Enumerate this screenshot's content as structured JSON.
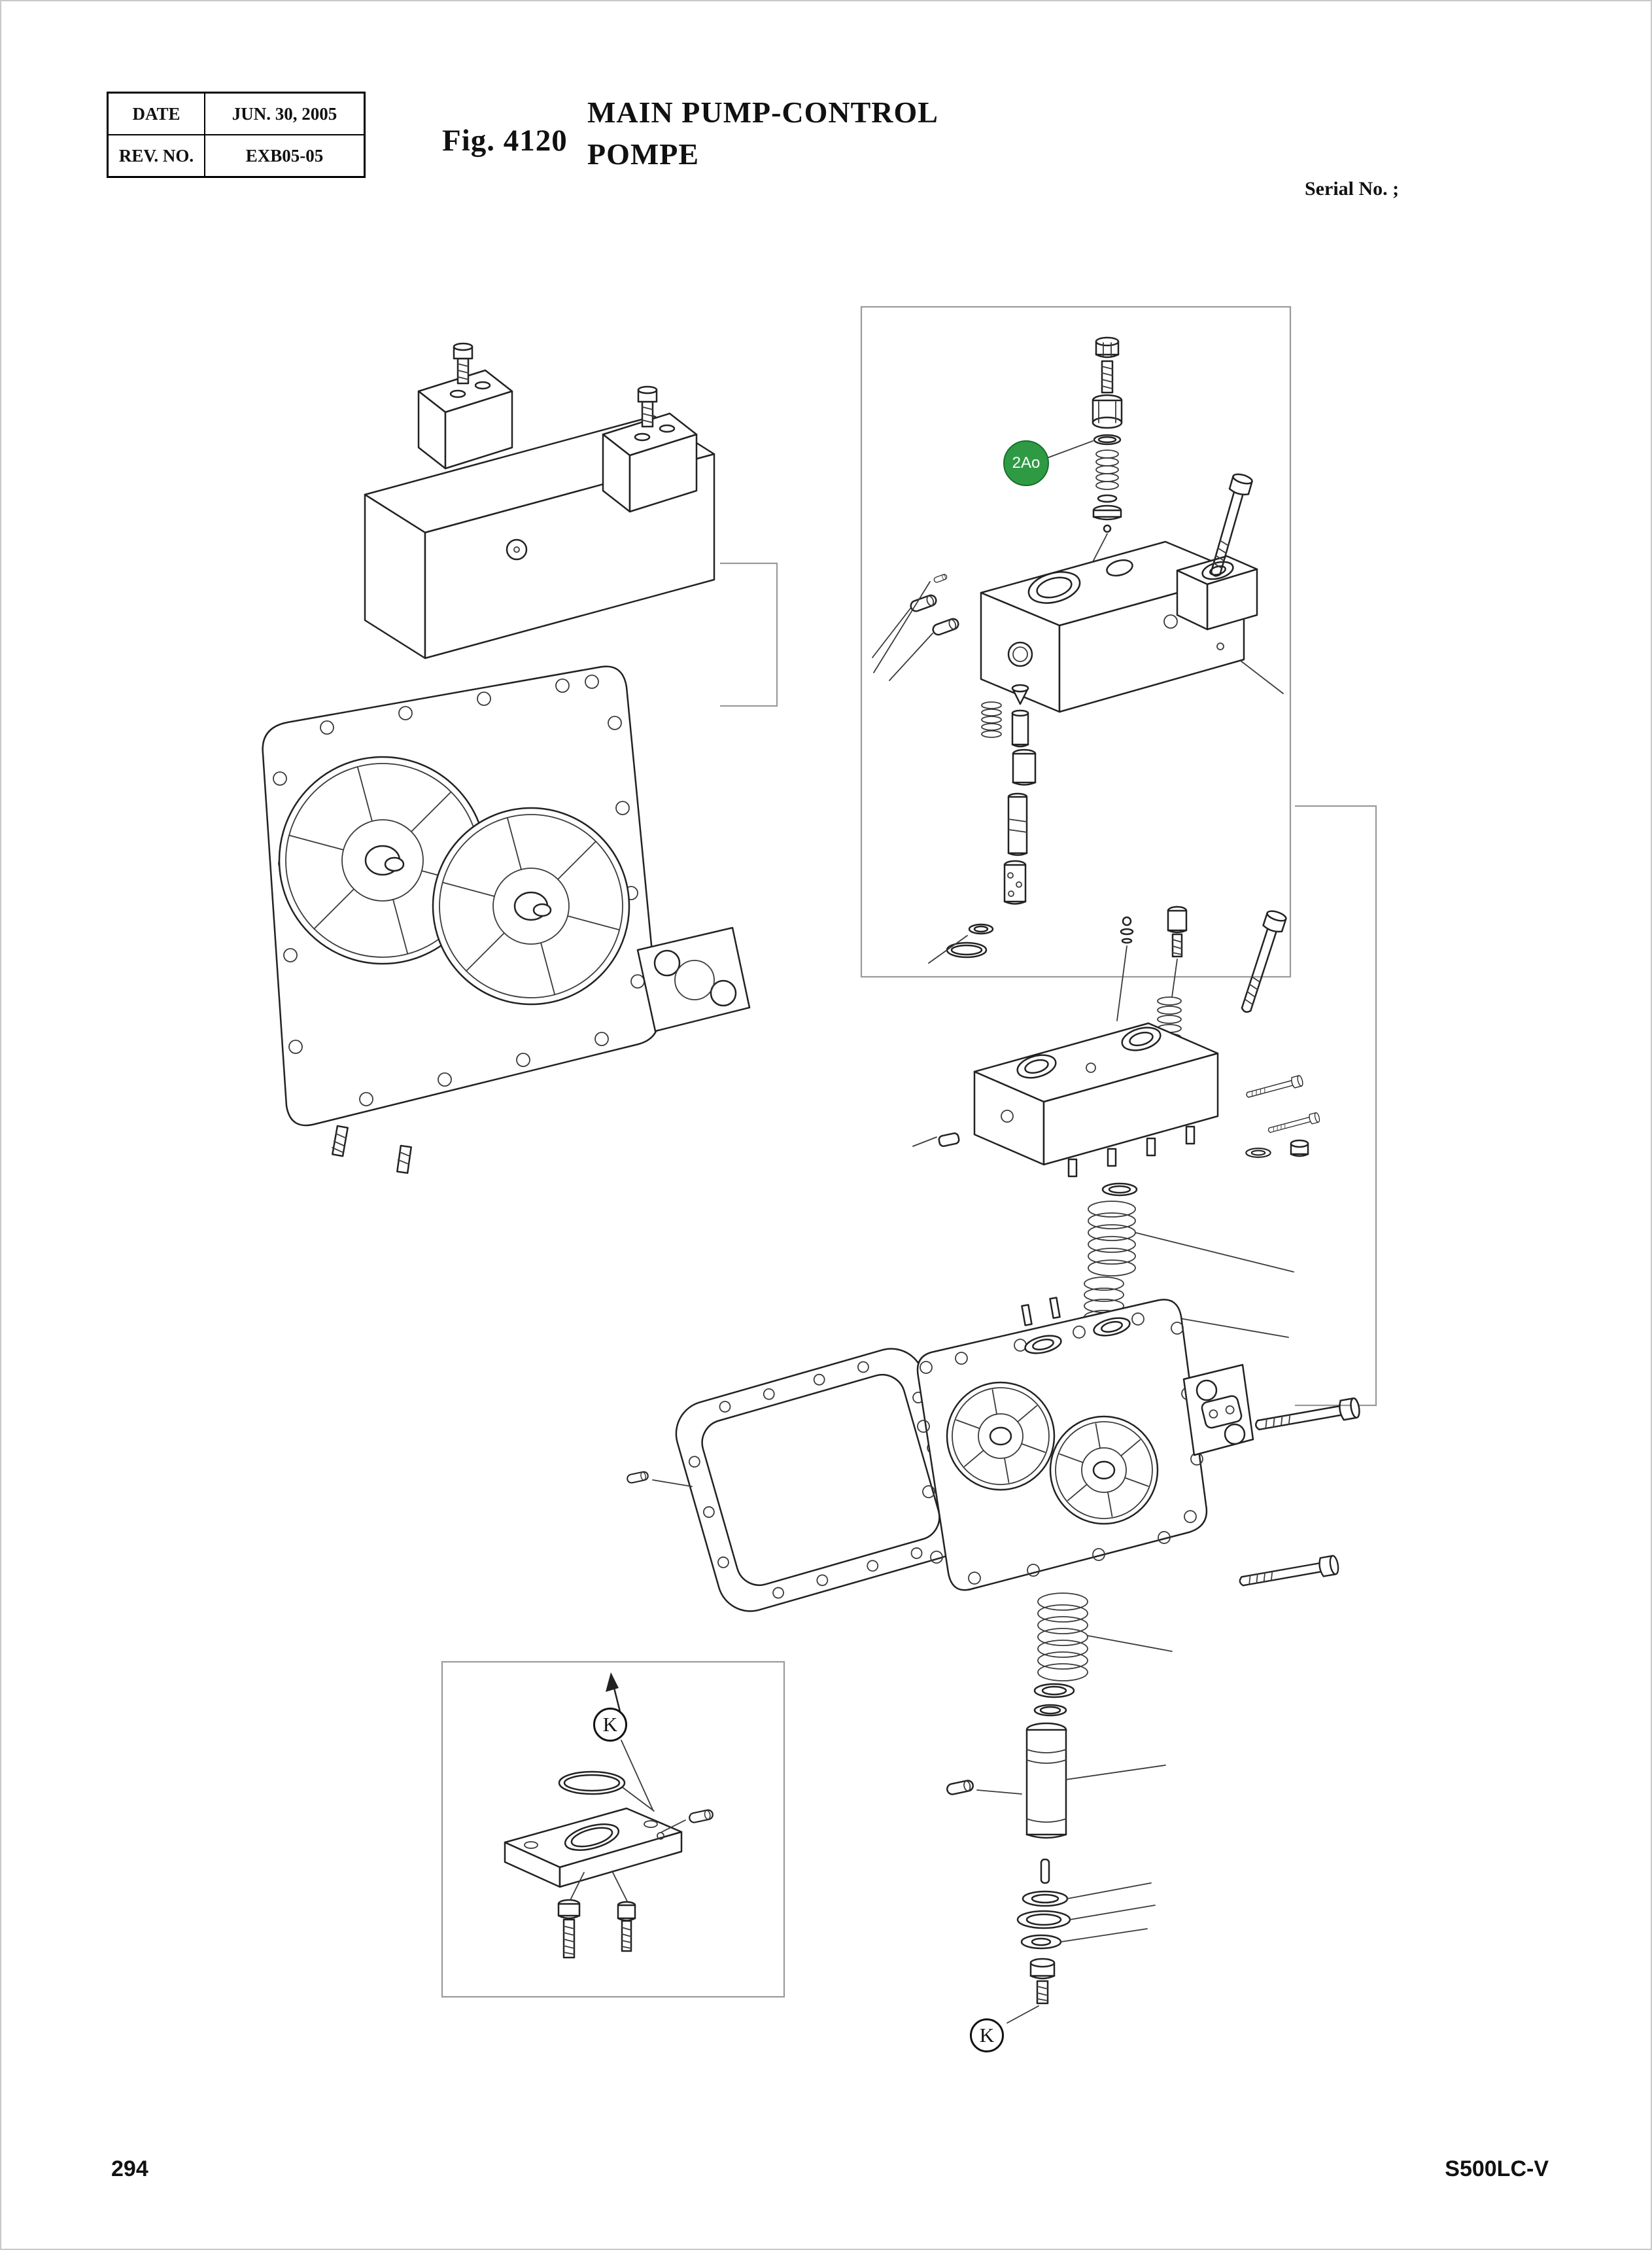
{
  "header": {
    "table": {
      "rows": [
        {
          "label": "DATE",
          "value": "JUN. 30, 2005"
        },
        {
          "label": "REV. NO.",
          "value": "EXB05-05"
        }
      ]
    },
    "figure_label": "Fig. 4120",
    "title_line1": "MAIN PUMP-CONTROL",
    "title_line2": "POMPE",
    "serial_label": "Serial No. ;"
  },
  "diagram": {
    "badge": {
      "label": "2Ao",
      "color": "#2e9b44"
    },
    "callouts": [
      {
        "label": "K"
      },
      {
        "label": "K"
      }
    ]
  },
  "footer": {
    "page_number": "294",
    "model_code": "S500LC-V"
  }
}
